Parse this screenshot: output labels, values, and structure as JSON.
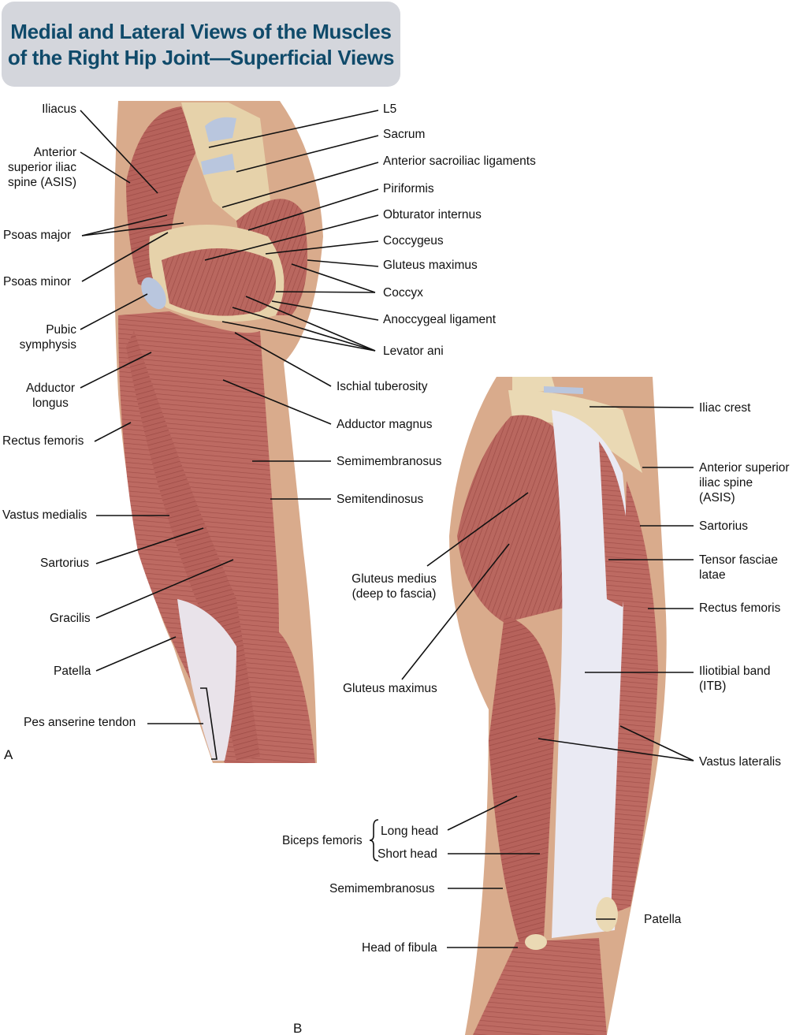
{
  "title": {
    "line1": "Medial and Lateral Views of the Muscles",
    "line2": "of the Right Hip Joint—Superficial Views"
  },
  "colors": {
    "title_text": "#0f4a6a",
    "title_bg": "#d4d6dc",
    "muscle": "#b5605a",
    "skin": "#d9ab8c",
    "bone": "#ead9b4",
    "tendon": "#eef0f6"
  },
  "panel_a": {
    "letter": "A",
    "labels": {
      "iliacus": "Iliacus",
      "asis": [
        "Anterior",
        "superior iliac",
        "spine (ASIS)"
      ],
      "psoas_major": "Psoas major",
      "psoas_minor": "Psoas minor",
      "pubic_symphysis": [
        "Pubic",
        "symphysis"
      ],
      "adductor_longus": [
        "Adductor",
        "longus"
      ],
      "rectus_femoris": "Rectus femoris",
      "vastus_medialis": "Vastus medialis",
      "sartorius": "Sartorius",
      "gracilis": "Gracilis",
      "patella": "Patella",
      "pes_anserine": "Pes anserine tendon",
      "l5": "L5",
      "sacrum": "Sacrum",
      "ant_sacroiliac": "Anterior sacroiliac ligaments",
      "piriformis": "Piriformis",
      "obturator_internus": "Obturator internus",
      "coccygeus": "Coccygeus",
      "gluteus_maximus": "Gluteus maximus",
      "coccyx": "Coccyx",
      "anococcygeal": "Anoccygeal ligament",
      "levator_ani": "Levator ani",
      "ischial_tuberosity": "Ischial tuberosity",
      "adductor_magnus": "Adductor magnus",
      "semimembranosus": "Semimembranosus",
      "semitendinosus": "Semitendinosus"
    }
  },
  "panel_b": {
    "letter": "B",
    "labels": {
      "iliac_crest": "Iliac crest",
      "asis": [
        "Anterior superior",
        "iliac spine",
        "(ASIS)"
      ],
      "sartorius": "Sartorius",
      "tfl": [
        "Tensor fasciae",
        "latae"
      ],
      "rectus_femoris": "Rectus femoris",
      "itb": [
        "Iliotibial band",
        "(ITB)"
      ],
      "vastus_lateralis": "Vastus lateralis",
      "gluteus_medius": [
        "Gluteus medius",
        "(deep to fascia)"
      ],
      "gluteus_maximus": "Gluteus maximus",
      "biceps_femoris": "Biceps femoris",
      "long_head": "Long head",
      "short_head": "Short head",
      "semimembranosus": "Semimembranosus",
      "patella": "Patella",
      "head_of_fibula": "Head of fibula"
    }
  }
}
